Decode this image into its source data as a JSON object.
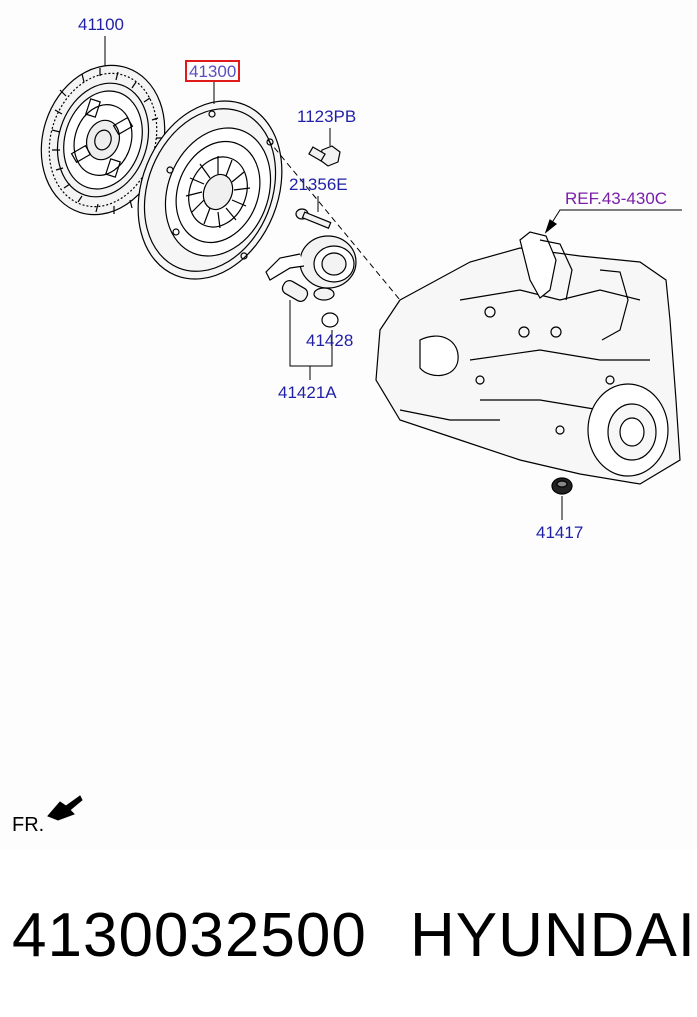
{
  "diagram": {
    "labels": {
      "clutch_disc": "41100",
      "clutch_cover": "41300",
      "bolt": "1123PB",
      "bolt2": "21356E",
      "ref": "REF.43-430C",
      "o_ring": "41428",
      "release_cylinder": "41421A",
      "plug": "41417"
    },
    "front_marker": "FR."
  },
  "footer": {
    "part_number": "4130032500",
    "brand": "HYUNDAI"
  },
  "colors": {
    "label_blue": "#1f1fa8",
    "ref_purple": "#7a1fa8",
    "highlight_red": "#e01a1a"
  }
}
